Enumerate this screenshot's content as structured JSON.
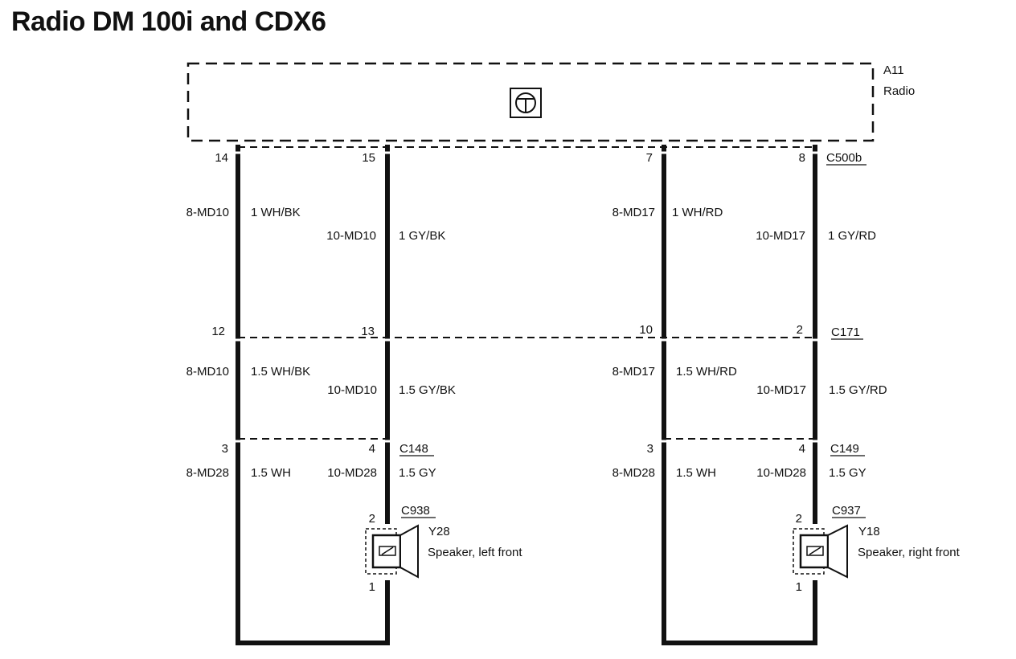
{
  "title": "Radio DM 100i and CDX6",
  "component": {
    "id": "A11",
    "name": "Radio"
  },
  "connectors": {
    "c500b": {
      "label": "C500b",
      "pins": [
        "14",
        "15",
        "7",
        "8"
      ]
    },
    "c171": {
      "label": "C171",
      "pins": [
        "12",
        "13",
        "10",
        "2"
      ]
    },
    "c148": {
      "label": "C148",
      "pins": [
        "3",
        "4"
      ]
    },
    "c149": {
      "label": "C149",
      "pins": [
        "3",
        "4"
      ]
    },
    "c938": {
      "label": "C938",
      "pins": [
        "2",
        "1"
      ]
    },
    "c937": {
      "label": "C937",
      "pins": [
        "2",
        "1"
      ]
    }
  },
  "wires": {
    "upper": [
      {
        "circuit": "8-MD10",
        "spec": "1 WH/BK"
      },
      {
        "circuit": "10-MD10",
        "spec": "1 GY/BK"
      },
      {
        "circuit": "8-MD17",
        "spec": "1 WH/RD"
      },
      {
        "circuit": "10-MD17",
        "spec": "1 GY/RD"
      }
    ],
    "middle": [
      {
        "circuit": "8-MD10",
        "spec": "1.5 WH/BK"
      },
      {
        "circuit": "10-MD10",
        "spec": "1.5 GY/BK"
      },
      {
        "circuit": "8-MD17",
        "spec": "1.5 WH/RD"
      },
      {
        "circuit": "10-MD17",
        "spec": "1.5 GY/RD"
      }
    ],
    "lower": [
      {
        "circuit": "8-MD28",
        "spec": "1.5 WH"
      },
      {
        "circuit": "10-MD28",
        "spec": "1.5 GY"
      },
      {
        "circuit": "8-MD28",
        "spec": "1.5 WH"
      },
      {
        "circuit": "10-MD28",
        "spec": "1.5 GY"
      }
    ]
  },
  "speakers": {
    "left": {
      "id": "Y28",
      "name": "Speaker, left front"
    },
    "right": {
      "id": "Y18",
      "name": "Speaker, right front"
    }
  }
}
